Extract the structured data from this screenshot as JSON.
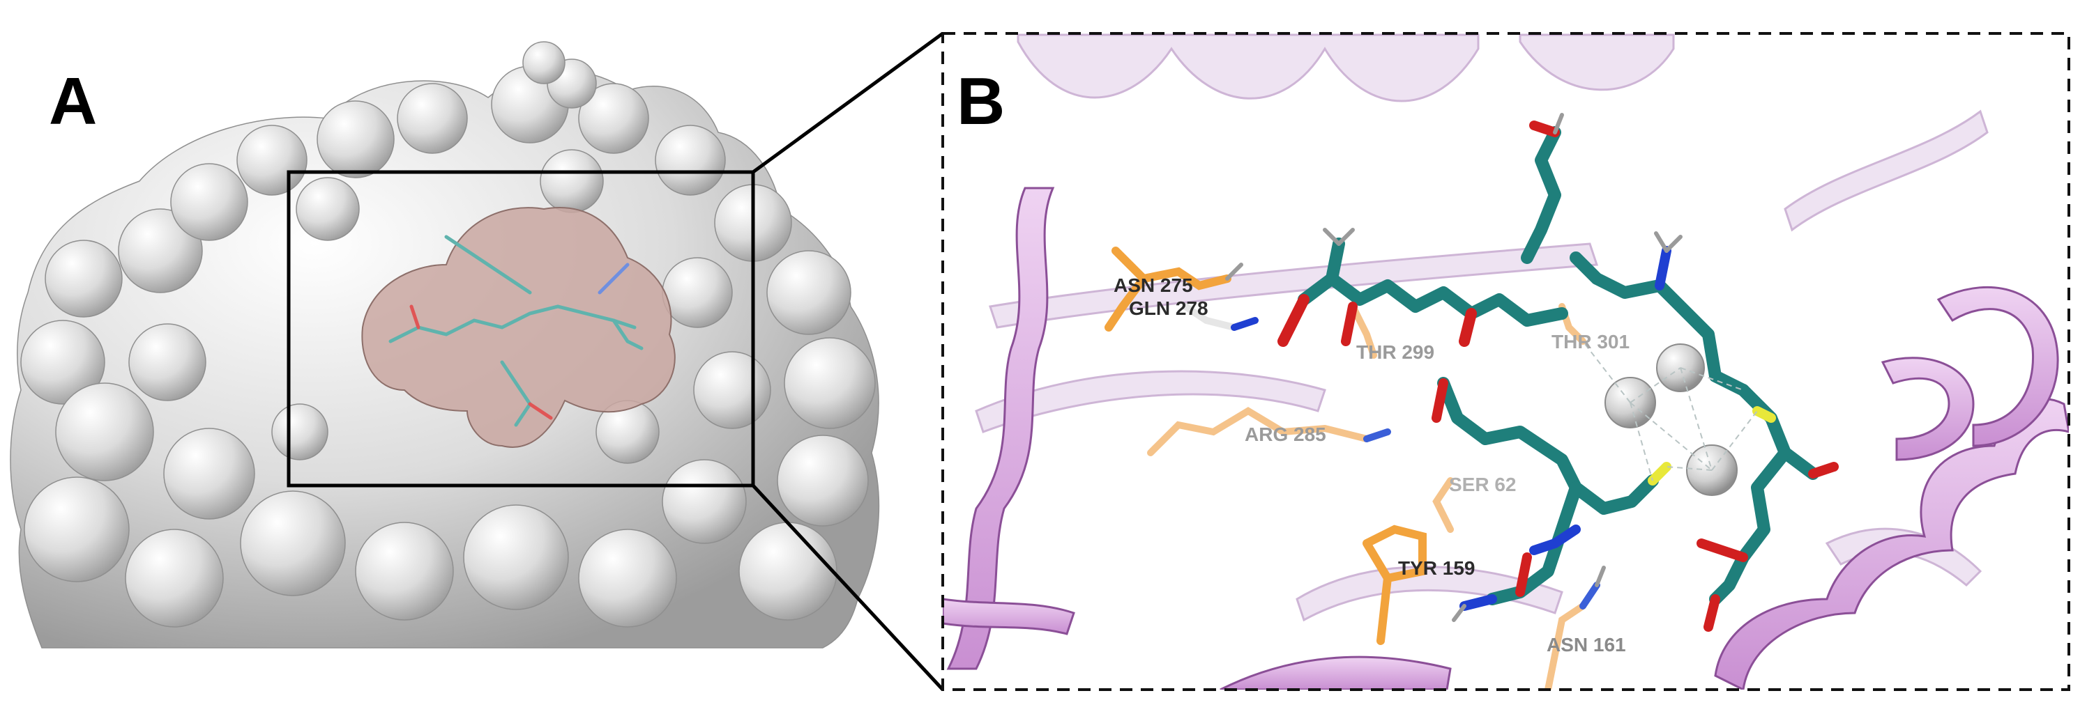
{
  "panels": [
    {
      "letter": "A"
    },
    {
      "letter": "B"
    }
  ],
  "residue_labels": [
    {
      "text": "ASN 275",
      "color": "#2b2b2b"
    },
    {
      "text": "GLN 278",
      "color": "#2b2b2b"
    },
    {
      "text": "THR 299",
      "color": "#9a9a9a"
    },
    {
      "text": "THR 301",
      "color": "#a6a6a6"
    },
    {
      "text": "ARG 285",
      "color": "#9a9a9a"
    },
    {
      "text": "SER 62",
      "color": "#b0b0b0"
    },
    {
      "text": "TYR 159",
      "color": "#2b2b2b"
    },
    {
      "text": "ASN 161",
      "color": "#8a8a8a"
    }
  ],
  "colors": {
    "surface": "#d9d9d9",
    "pocket": "#c9a7a1",
    "ribbon": "#d7a9de",
    "ligand_carbon": "#1f7f7b",
    "oxygen": "#d11f1f",
    "nitrogen": "#1f3fd1",
    "sulfur": "#e8e83a",
    "side_chain": "#f2a33c",
    "metal_ion": "#d0d0d0"
  }
}
